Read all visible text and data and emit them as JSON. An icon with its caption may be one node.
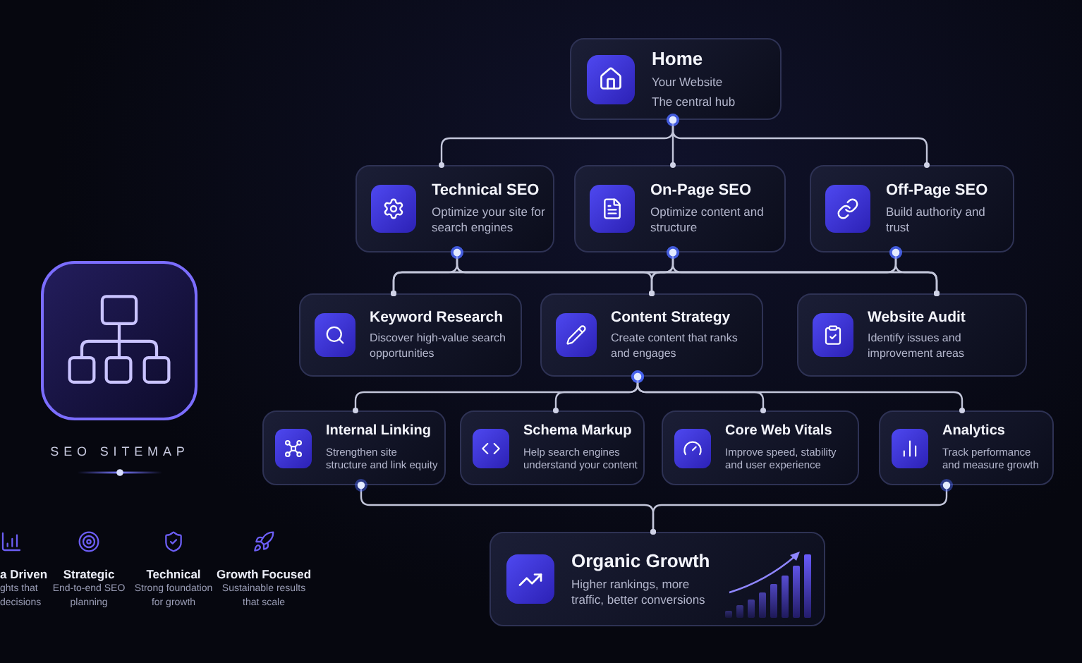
{
  "diagram": {
    "title": "SEO SITEMAP",
    "nodes": [
      {
        "text": [
          "Home",
          "Your Website",
          "The central hub"
        ]
      },
      {
        "text": [
          "Technical SEO",
          "Optimize your site for search engines"
        ]
      },
      {
        "text": [
          "On-Page SEO",
          "Optimize content and structure"
        ]
      },
      {
        "text": [
          "Off-Page SEO",
          "Build authority and trust"
        ]
      },
      {
        "text": [
          "Keyword Research",
          "Discover high-value search opportunities"
        ]
      },
      {
        "text": [
          "Content Strategy",
          "Create content that ranks and engages"
        ]
      },
      {
        "text": [
          "Website Audit",
          "Identify issues and improvement areas"
        ]
      },
      {
        "text": [
          "Internal Linking",
          "Strengthen site structure and link equity"
        ]
      },
      {
        "text": [
          "Schema Markup",
          "Help search engines understand your content"
        ]
      },
      {
        "text": [
          "Core Web Vitals",
          "Improve speed, stability and user experience"
        ]
      },
      {
        "text": [
          "Analytics",
          "Track performance and measure growth"
        ]
      },
      {
        "text": [
          "Organic Growth",
          "Higher rankings, more traffic, better conversions"
        ]
      }
    ],
    "edges": [
      {
        "from": 0,
        "to": 1,
        "arrow": "other"
      },
      {
        "from": 0,
        "to": 2,
        "arrow": "other"
      },
      {
        "from": 0,
        "to": 3,
        "arrow": "other"
      },
      {
        "from": 1,
        "to": 4,
        "arrow": "other"
      },
      {
        "from": 1,
        "to": 5,
        "arrow": "other"
      },
      {
        "from": 1,
        "to": 6,
        "arrow": "other"
      },
      {
        "from": 2,
        "to": 4,
        "arrow": "other"
      },
      {
        "from": 2,
        "to": 5,
        "arrow": "other"
      },
      {
        "from": 2,
        "to": 6,
        "arrow": "other"
      },
      {
        "from": 3,
        "to": 4,
        "arrow": "other"
      },
      {
        "from": 3,
        "to": 5,
        "arrow": "other"
      },
      {
        "from": 3,
        "to": 6,
        "arrow": "other"
      },
      {
        "from": 5,
        "to": 7,
        "arrow": "other"
      },
      {
        "from": 5,
        "to": 8,
        "arrow": "other"
      },
      {
        "from": 5,
        "to": 9,
        "arrow": "other"
      },
      {
        "from": 5,
        "to": 10,
        "arrow": "other"
      },
      {
        "from": 7,
        "to": 11,
        "arrow": "other"
      },
      {
        "from": 10,
        "to": 11,
        "arrow": "other"
      }
    ],
    "labels": [
      "a Driven",
      "ghts that decisions",
      "Strategic",
      "End-to-end SEO planning",
      "Technical",
      "Strong foundation for growth",
      "Growth Focused",
      "Sustainable results that scale"
    ]
  }
}
